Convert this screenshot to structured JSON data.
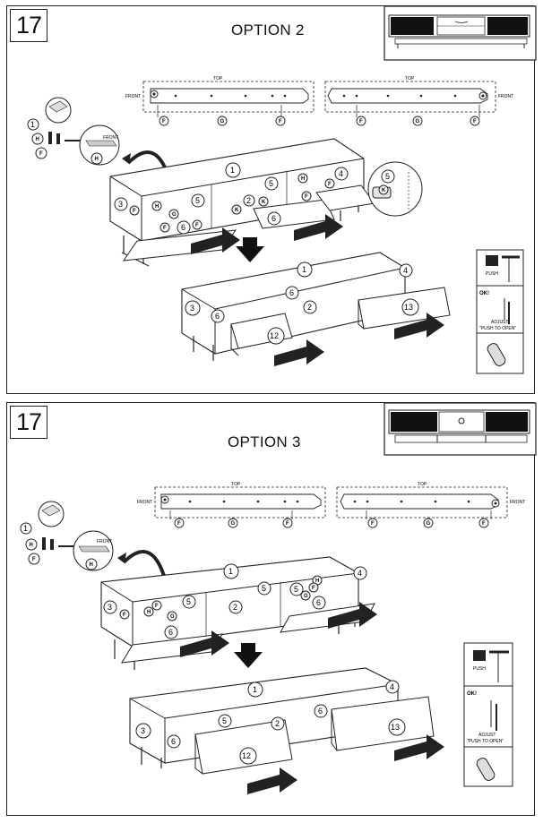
{
  "step_number": "17",
  "panels": [
    {
      "title": "OPTION 2",
      "top_label": "TOP",
      "front_label": "FRONT",
      "rail_labels": {
        "left_screw": "F",
        "middle": "G",
        "right_screw": "F"
      },
      "detail_callouts": [
        "1",
        "H",
        "F",
        "H",
        "FRONT"
      ],
      "cabinet_callouts": [
        "1",
        "2",
        "3",
        "4",
        "5",
        "5",
        "6",
        "6",
        "H",
        "H",
        "G",
        "K",
        "K",
        "F",
        "F",
        "F",
        "F",
        "F"
      ],
      "knob_callouts": [
        "5",
        "K"
      ],
      "assembled_callouts": [
        "1",
        "2",
        "3",
        "4",
        "6",
        "6",
        "12",
        "13"
      ],
      "side_panel": {
        "push": "PUSH",
        "ok": "OK!",
        "adjust": "ADJUST",
        "push_to_open": "\"PUSH TO OPEN\""
      }
    },
    {
      "title": "OPTION 3",
      "top_label": "TOP",
      "front_label": "FRONT",
      "rail_labels": {
        "left_screw": "F",
        "middle": "G",
        "right_screw": "F"
      },
      "detail_callouts": [
        "1",
        "H",
        "F",
        "H",
        "FRONT"
      ],
      "cabinet_callouts": [
        "1",
        "2",
        "3",
        "4",
        "5",
        "5",
        "5",
        "6",
        "6",
        "H",
        "H",
        "G",
        "G",
        "F",
        "F",
        "F"
      ],
      "assembled_callouts": [
        "1",
        "2",
        "3",
        "4",
        "5",
        "6",
        "6",
        "12",
        "13"
      ],
      "side_panel": {
        "push": "PUSH",
        "ok": "OK!",
        "adjust": "ADJUST",
        "push_to_open": "\"PUSH TO OPEN\""
      }
    }
  ]
}
